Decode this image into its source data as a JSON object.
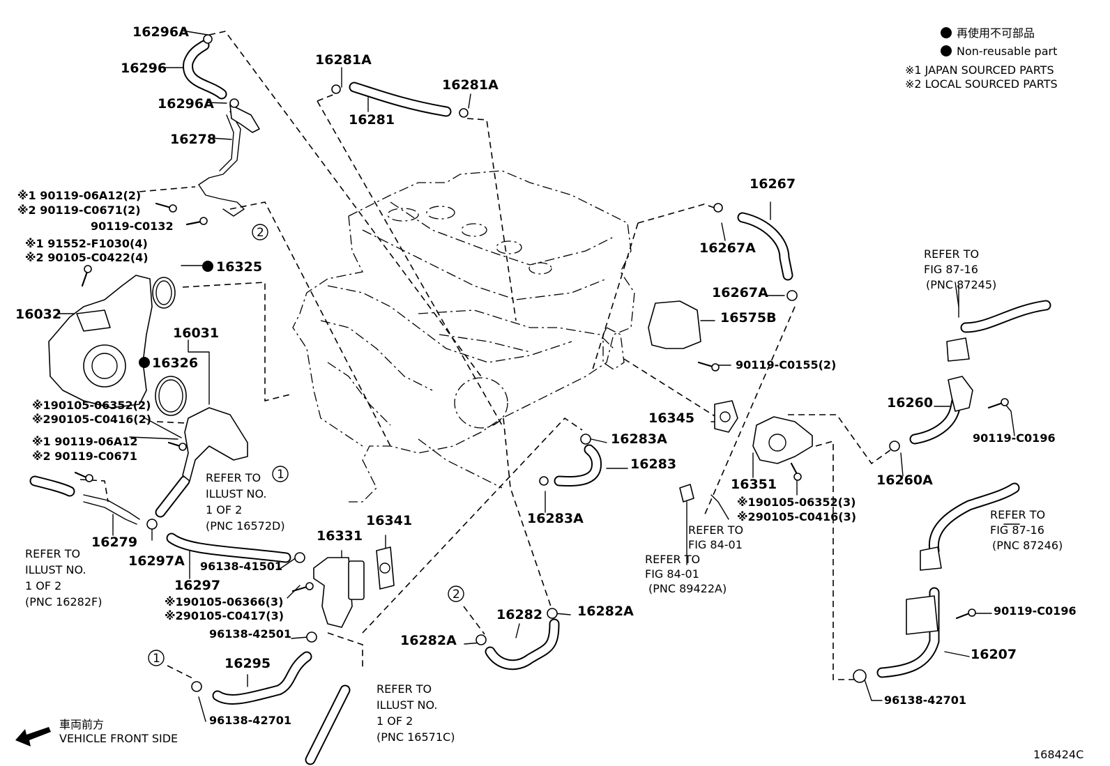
{
  "legend": {
    "non_reusable_jp": "再使用不可部品",
    "non_reusable_en": "Non-reusable part",
    "japan_sourced": "※1  JAPAN SOURCED PARTS",
    "local_sourced": "※2  LOCAL SOURCED PARTS"
  },
  "figure_code": "168424C",
  "front": {
    "jp": "車両前方",
    "en": "VEHICLE FRONT SIDE"
  },
  "parts": {
    "p16296A_top": "16296A",
    "p16296": "16296",
    "p16296A_mid": "16296A",
    "p16278": "16278",
    "b1_a": "※1 90119-06A12(2)",
    "b1_b": "※2 90119-C0671(2)",
    "b2": "90119-C0132",
    "b3_a": "※1 91552-F1030(4)",
    "b3_b": "※2 90105-C0422(4)",
    "p16325": "16325",
    "p16032": "16032",
    "p16031": "16031",
    "p16326": "16326",
    "b4_a": "※190105-06352(2)",
    "b4_b": "※290105-C0416(2)",
    "b5_a": "※1 90119-06A12",
    "b5_b": "※2 90119-C0671",
    "p16279": "16279",
    "p16297A": "16297A",
    "p16297": "16297",
    "p96138_41501": "96138-41501",
    "p16331": "16331",
    "b6_a": "※190105-06366(3)",
    "b6_b": "※290105-C0417(3)",
    "p96138_42501": "96138-42501",
    "p16295": "16295",
    "p96138_42701_l": "96138-42701",
    "p16341": "16341",
    "p16281A_l": "16281A",
    "p16281": "16281",
    "p16281A_r": "16281A",
    "p16283A_t": "16283A",
    "p16283": "16283",
    "p16283A_b": "16283A",
    "p16282": "16282",
    "p16282A_r": "16282A",
    "p16282A_l": "16282A",
    "p16267": "16267",
    "p16267A_t": "16267A",
    "p16267A_b": "16267A",
    "p16575B": "16575B",
    "b7": "90119-C0155(2)",
    "p16345": "16345",
    "p16351": "16351",
    "b8_a": "※190105-06352(3)",
    "b8_b": "※290105-C0416(3)",
    "p16260": "16260",
    "p16260A": "16260A",
    "b9": "90119-C0196",
    "b10": "90119-C0196",
    "p16207": "16207",
    "p96138_42701_r": "96138-42701"
  },
  "refs": {
    "r1": [
      "REFER TO",
      "ILLUST NO.",
      "1 OF 2",
      "(PNC 16572D)"
    ],
    "r2": [
      "REFER TO",
      "ILLUST NO.",
      "1 OF 2",
      "(PNC 16282F)"
    ],
    "r3": [
      "REFER TO",
      "ILLUST NO.",
      "1 OF 2",
      "(PNC 16571C)"
    ],
    "r4": [
      "REFER TO",
      "FIG 84-01"
    ],
    "r5": [
      "REFER TO",
      "FIG 84-01",
      "(PNC 89422A)"
    ],
    "r6": [
      "REFER TO",
      "FIG 87-16",
      "(PNC 87245)"
    ],
    "r7": [
      "REFER TO",
      "FIG 87-16",
      "(PNC 87246)"
    ]
  },
  "markers": {
    "m1": "1",
    "m2": "2"
  }
}
